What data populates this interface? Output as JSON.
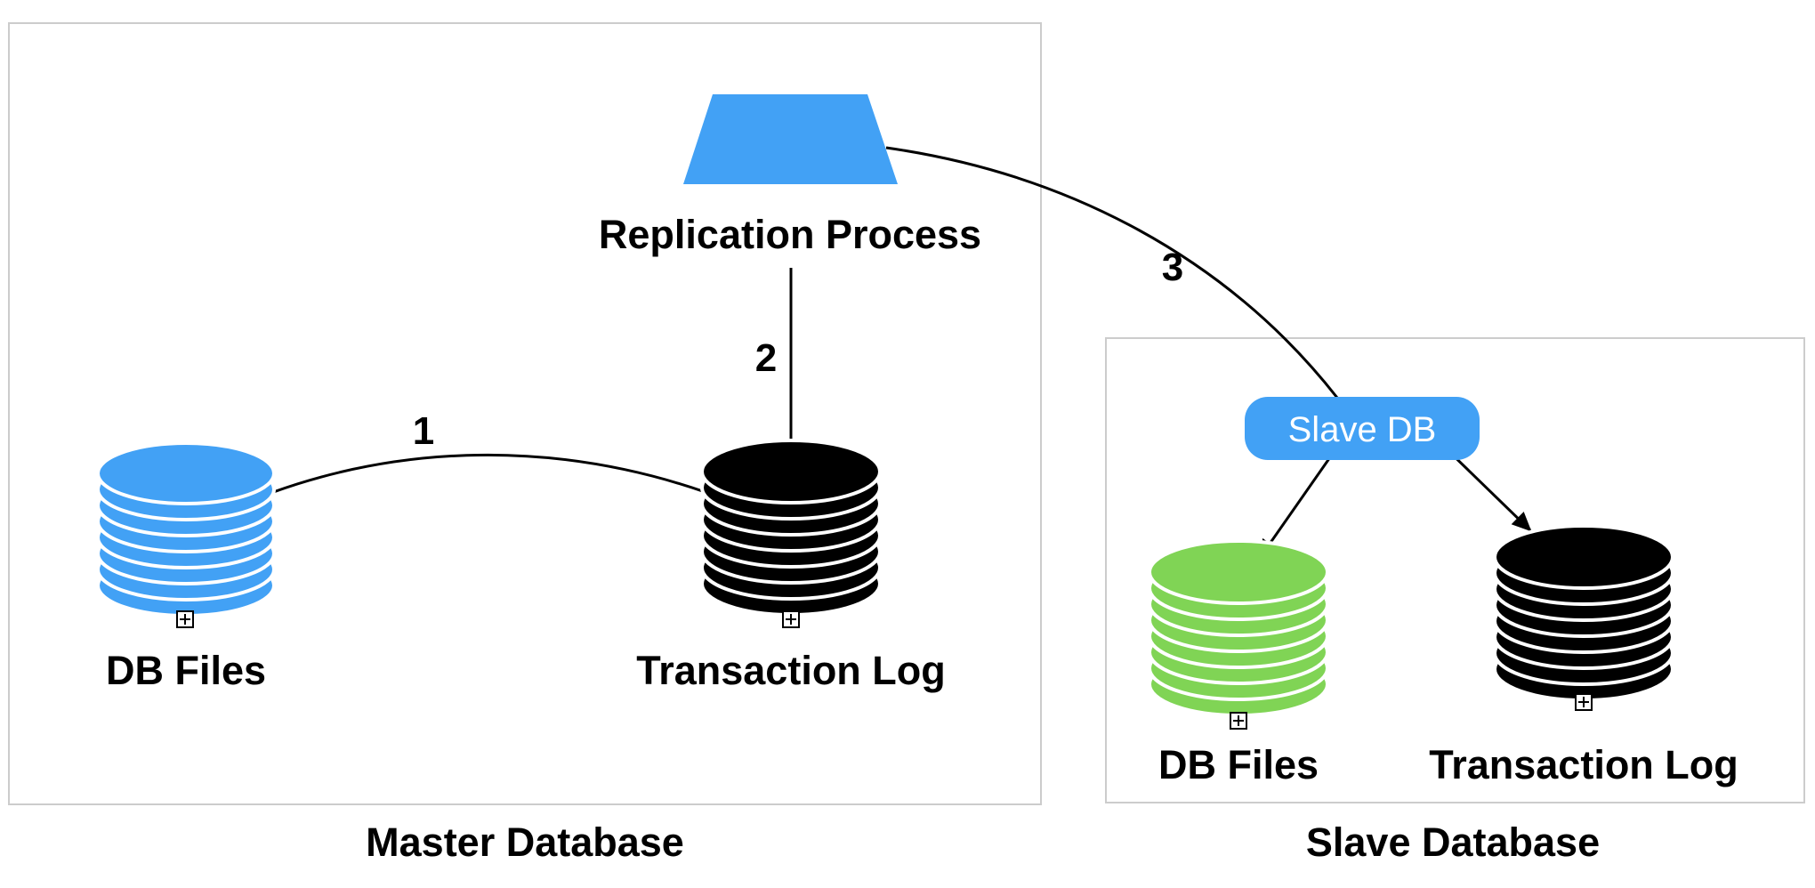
{
  "master": {
    "caption": "Master Database",
    "db_files": {
      "label": "DB Files",
      "color": "#42a1f5"
    },
    "transaction_log": {
      "label": "Transaction Log",
      "color": "#000000"
    },
    "replication_process": {
      "label": "Replication Process",
      "color": "#42a1f5"
    }
  },
  "slave": {
    "caption": "Slave Database",
    "slave_db": {
      "label": "Slave DB",
      "color": "#42a1f5"
    },
    "db_files": {
      "label": "DB Files",
      "color": "#80d455"
    },
    "transaction_log": {
      "label": "Transaction Log",
      "color": "#000000"
    }
  },
  "steps": {
    "one": "1",
    "two": "2",
    "three": "3"
  },
  "colors": {
    "border": "#cccccc",
    "edge": "#000000"
  }
}
